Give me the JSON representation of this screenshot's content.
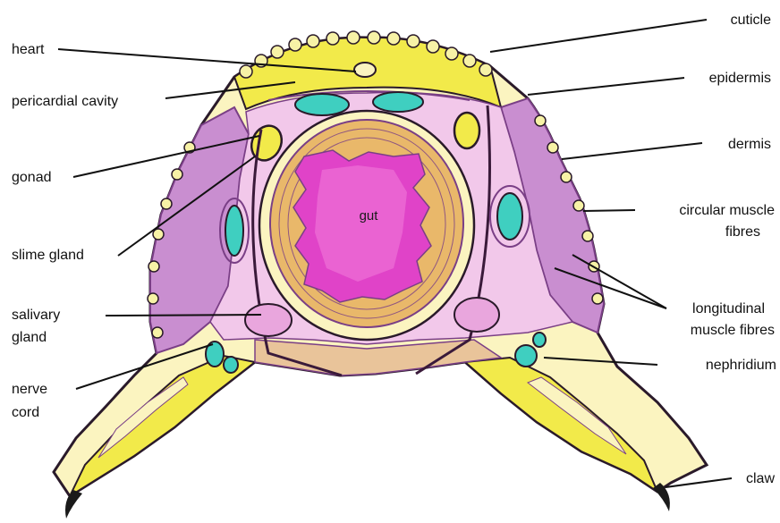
{
  "labels": {
    "heart": "heart",
    "pericardial_cavity": "pericardial cavity",
    "gonad": "gonad",
    "slime_gland": "slime gland",
    "salivary_gland_line1": "salivary",
    "salivary_gland_line2": "gland",
    "nerve_cord_line1": "nerve",
    "nerve_cord_line2": "cord",
    "cuticle": "cuticle",
    "epidermis": "epidermis",
    "dermis": "dermis",
    "circular_muscle_line1": "circular muscle",
    "circular_muscle_line2": "fibres",
    "longitudinal_muscle_line1": "longitudinal",
    "longitudinal_muscle_line2": "muscle fibres",
    "nephridium": "nephridium",
    "claw": "claw",
    "gut": "gut"
  },
  "colors": {
    "yellow_tissue": "#f2ea4a",
    "pale_yellow": "#f7f2a6",
    "purple_tissue": "#c98ed0",
    "purple_dark": "#7a3f86",
    "pink_cavity": "#f2c8ea",
    "gut_magenta": "#e043c8",
    "gut_wall": "#e9b86a",
    "teal_gland": "#3fcfc0",
    "salivary_pink": "#e9a6dd",
    "outline": "#2a1a2a"
  }
}
